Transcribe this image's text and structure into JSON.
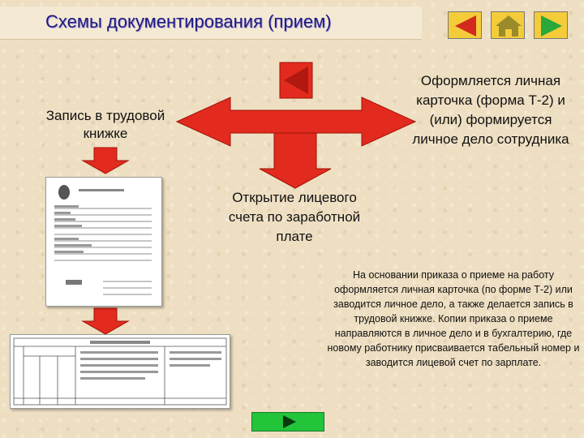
{
  "slide": {
    "title": "Схемы документирования (прием)",
    "left_label": "Запись в трудовой книжке",
    "right_label": "Оформляется личная карточка (форма Т-2) и (или) формируется личное дело сотрудника",
    "middle_label": "Открытие лицевого счета по заработной плате",
    "paragraph": "На основании приказа о приеме на работу оформляется личная карточка (по форме Т-2) или заводится личное дело, а также делается запись в трудовой книжке. Копии приказа о приеме направляются в личное дело и в бухгалтерию, где новому работнику присваивается табельный номер и заводится лицевой счет по зарплате."
  },
  "nav": {
    "prev_icon": "triangle-left-icon",
    "home_icon": "house-icon",
    "next_icon": "triangle-right-icon",
    "colors": {
      "button_bg": "#f4cc3a",
      "prev": "#d42a1e",
      "home": "#9a8a2a",
      "next": "#2aa83a"
    }
  },
  "colors": {
    "arrow": "#e22a1e",
    "arrow_dark": "#a01208",
    "title": "#1a1a80",
    "bottom_button": "#22c43a"
  }
}
